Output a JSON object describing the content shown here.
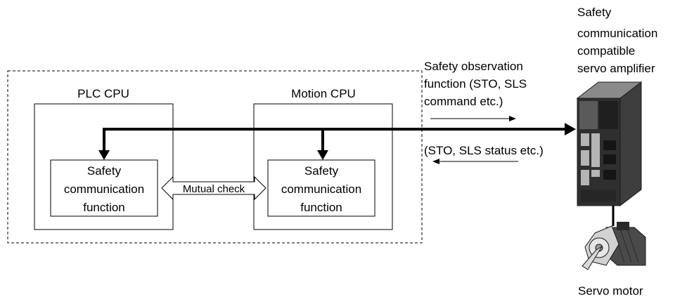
{
  "labels": {
    "plc_cpu": "PLC CPU",
    "motion_cpu": "Motion CPU",
    "safety_fn_line1": "Safety",
    "safety_fn_line2": "communication",
    "safety_fn_line3": "function",
    "mutual_check": "Mutual check",
    "observation_line1": "Safety observation",
    "observation_line2": "function (STO, SLS",
    "observation_line3": "command etc.)",
    "status": "(STO, SLS status etc.)",
    "amp_line1": "Safety",
    "amp_line2": "communication",
    "amp_line3": "compatible",
    "amp_line4": "servo amplifier",
    "servo_motor": "Servo motor"
  },
  "colors": {
    "line": "#000000",
    "amp_dark": "#333333",
    "amp_mid": "#6f6f6f",
    "amp_light": "#a8a8a8",
    "motor_dark": "#3a3a3a",
    "motor_light": "#bfbfbf"
  }
}
